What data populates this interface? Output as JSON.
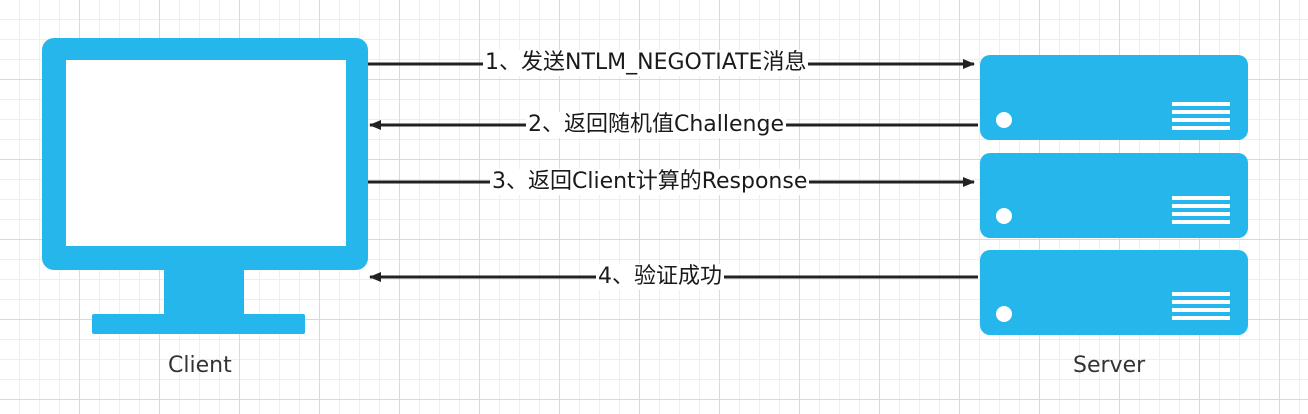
{
  "colors": {
    "device": "#25b7ec",
    "arrow": "#222222",
    "led": "#ffffff"
  },
  "nodes": {
    "client": {
      "label": "Client",
      "icon": "monitor-icon"
    },
    "server": {
      "label": "Server",
      "icon": "server-rack-icon"
    }
  },
  "messages": [
    {
      "step": 1,
      "text": "1、发送NTLM_NEGOTIATE消息",
      "direction": "client-to-server"
    },
    {
      "step": 2,
      "text": "2、返回随机值Challenge",
      "direction": "server-to-client"
    },
    {
      "step": 3,
      "text": "3、返回Client计算的Response",
      "direction": "client-to-server"
    },
    {
      "step": 4,
      "text": "4、验证成功",
      "direction": "server-to-client"
    }
  ]
}
